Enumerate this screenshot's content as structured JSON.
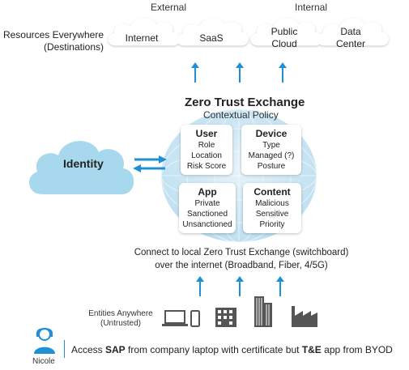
{
  "headers": {
    "external": "External",
    "internal": "Internal"
  },
  "resources": {
    "line1": "Resources Everywhere",
    "line2": "(Destinations)"
  },
  "destinations": [
    {
      "lines": [
        "Internet"
      ]
    },
    {
      "lines": [
        "SaaS"
      ]
    },
    {
      "lines": [
        "Public",
        "Cloud"
      ]
    },
    {
      "lines": [
        "Data",
        "Center"
      ]
    }
  ],
  "exchange": {
    "title": "Zero Trust Exchange",
    "subtitle": "Contextual Policy"
  },
  "identity": {
    "label": "Identity"
  },
  "cards": {
    "user": {
      "title": "User",
      "items": [
        "Role",
        "Location",
        "Risk Score"
      ]
    },
    "device": {
      "title": "Device",
      "items": [
        "Type",
        "Managed (?)",
        "Posture"
      ]
    },
    "app": {
      "title": "App",
      "items": [
        "Private",
        "Sanctioned",
        "Unsanctioned"
      ]
    },
    "content": {
      "title": "Content",
      "items": [
        "Malicious",
        "Sensitive",
        "Priority"
      ]
    }
  },
  "connect": {
    "line1": "Connect to local Zero Trust Exchange (switchboard)",
    "line2": "over the internet (Broadband, Fiber, 4/5G)"
  },
  "entities": {
    "line1": "Entities Anywhere",
    "line2": "(Untrusted)"
  },
  "user": {
    "name": "Nicole"
  },
  "bottom": {
    "p1": "Access ",
    "b1": "SAP",
    "p2": " from company laptop with certificate but ",
    "b2": "T&E",
    "p3": " app from BYOD"
  },
  "icons": {
    "arrows": "up-arrow-icon",
    "exchange": "double-arrow-icon",
    "entities": [
      "laptop-icon",
      "phone-icon",
      "office-building-icon",
      "skyscraper-icon",
      "factory-icon"
    ],
    "person": "person-icon"
  },
  "colors": {
    "accent": "#1f8fd6",
    "identity_cloud": "#a8d8ee",
    "globe": "#cfe7f4",
    "icons": "#555555"
  }
}
